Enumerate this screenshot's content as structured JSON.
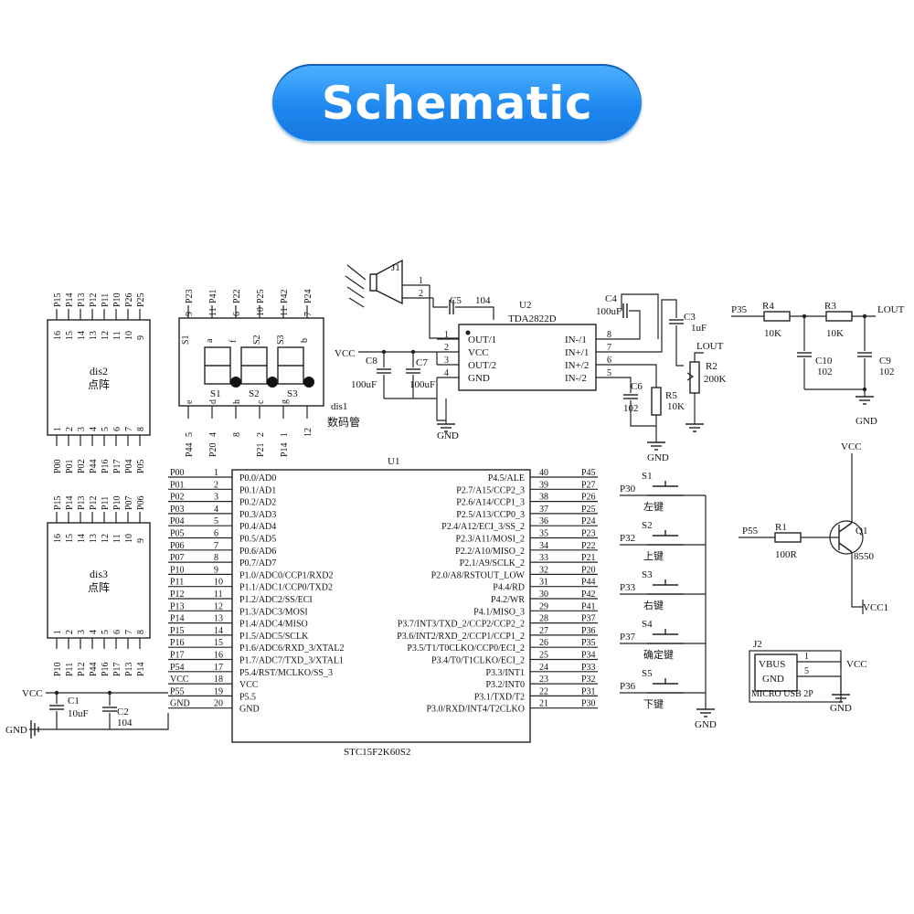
{
  "title": "Schematic",
  "pin_label_lists": {
    "dis2_top": [
      "P15",
      "P14",
      "P13",
      "P12",
      "P11",
      "P10",
      "P26",
      "P25"
    ],
    "dis2_bottom": [
      "P00",
      "P01",
      "P02",
      "P44",
      "P16",
      "P17",
      "P04",
      "P05"
    ],
    "dis3_top": [
      "P15",
      "P14",
      "P13",
      "P12",
      "P11",
      "P10",
      "P07",
      "P06"
    ],
    "dis3_bottom": [
      "P10",
      "P11",
      "P12",
      "P44",
      "P16",
      "P17",
      "P13",
      "P14"
    ],
    "dis1_top": [
      "P23",
      "P41",
      "P22",
      "P25",
      "P42",
      "P24"
    ],
    "dis1_bottom": [
      "P44",
      "P20",
      "P21",
      "P14"
    ]
  },
  "labels": {
    "dis2_name": "dis2",
    "dis2_type": "点阵",
    "dis3_name": "dis3",
    "dis3_type": "点阵",
    "dis1_name": "dis1",
    "dis1_type": "数码管",
    "j1": "J1",
    "c5": "C5",
    "c5_val": "104",
    "u2": "U2",
    "u2_part": "TDA2822D",
    "c4": "C4",
    "c4_val": "100uF",
    "c3": "C3",
    "c3_val": "1uF",
    "vcc": "VCC",
    "c8": "C8",
    "c7": "C7",
    "c8_val": "100uF",
    "c7_val": "100uF",
    "gnd": "GND",
    "lout": "LOUT",
    "r2": "R2",
    "r2_val": "200K",
    "r5": "R5",
    "r5_val": "10K",
    "c6": "C6",
    "c6_val": "102",
    "p35": "P35",
    "r4": "R4",
    "r4_val": "10K",
    "r3": "R3",
    "r3_val": "10K",
    "c10": "C10",
    "c10_val": "102",
    "c9": "C9",
    "c9_val": "102",
    "u1": "U1",
    "u1_part": "STC15F2K60S2",
    "c1": "C1",
    "c1_val": "10uF",
    "c2": "C2",
    "c2_val": "104",
    "p55": "P55",
    "r1": "R1",
    "r1_val": "100R",
    "q1": "Q1",
    "q1_part": "8550",
    "vcc1": "VCC1",
    "j2": "J2",
    "vbus": "VBUS",
    "j2_gnd": "GND",
    "j2_part": "MICRO USB 2P"
  },
  "u2_pins_left": [
    {
      "num": "1",
      "name": "OUT/1"
    },
    {
      "num": "2",
      "name": "VCC"
    },
    {
      "num": "3",
      "name": "OUT/2"
    },
    {
      "num": "4",
      "name": "GND"
    }
  ],
  "u2_pins_right": [
    {
      "num": "8",
      "name": "IN-/1"
    },
    {
      "num": "7",
      "name": "IN+/1"
    },
    {
      "num": "6",
      "name": "IN+/2"
    },
    {
      "num": "5",
      "name": "IN-/2"
    }
  ],
  "u1_left_pins": [
    {
      "net": "P00",
      "num": "1",
      "name": "P0.0/AD0"
    },
    {
      "net": "P01",
      "num": "2",
      "name": "P0.1/AD1"
    },
    {
      "net": "P02",
      "num": "3",
      "name": "P0.2/AD2"
    },
    {
      "net": "P03",
      "num": "4",
      "name": "P0.3/AD3"
    },
    {
      "net": "P04",
      "num": "5",
      "name": "P0.4/AD4"
    },
    {
      "net": "P05",
      "num": "6",
      "name": "P0.5/AD5"
    },
    {
      "net": "P06",
      "num": "7",
      "name": "P0.6/AD6"
    },
    {
      "net": "P07",
      "num": "8",
      "name": "P0.7/AD7"
    },
    {
      "net": "P10",
      "num": "9",
      "name": "P1.0/ADC0/CCP1/RXD2"
    },
    {
      "net": "P11",
      "num": "10",
      "name": "P1.1/ADC1/CCP0/TXD2"
    },
    {
      "net": "P12",
      "num": "11",
      "name": "P1.2/ADC2/SS/ECI"
    },
    {
      "net": "P13",
      "num": "12",
      "name": "P1.3/ADC3/MOSI"
    },
    {
      "net": "P14",
      "num": "13",
      "name": "P1.4/ADC4/MISO"
    },
    {
      "net": "P15",
      "num": "14",
      "name": "P1.5/ADC5/SCLK"
    },
    {
      "net": "P16",
      "num": "15",
      "name": "P1.6/ADC6/RXD_3/XTAL2"
    },
    {
      "net": "P17",
      "num": "16",
      "name": "P1.7/ADC7/TXD_3/XTAL1"
    },
    {
      "net": "P54",
      "num": "17",
      "name": "P5.4/RST/MCLKO/SS_3"
    },
    {
      "net": "VCC",
      "num": "18",
      "name": "VCC"
    },
    {
      "net": "P55",
      "num": "19",
      "name": "P5.5"
    },
    {
      "net": "GND",
      "num": "20",
      "name": "GND"
    }
  ],
  "u1_right_pins": [
    {
      "net": "P45",
      "num": "40",
      "name": "P4.5/ALE"
    },
    {
      "net": "P27",
      "num": "39",
      "name": "P2.7/A15/CCP2_3"
    },
    {
      "net": "P26",
      "num": "38",
      "name": "P2.6/A14/CCP1_3"
    },
    {
      "net": "P25",
      "num": "37",
      "name": "P2.5/A13/CCP0_3"
    },
    {
      "net": "P24",
      "num": "36",
      "name": "P2.4/A12/ECI_3/SS_2"
    },
    {
      "net": "P23",
      "num": "35",
      "name": "P2.3/A11/MOSI_2"
    },
    {
      "net": "P22",
      "num": "34",
      "name": "P2.2/A10/MISO_2"
    },
    {
      "net": "P21",
      "num": "33",
      "name": "P2.1/A9/SCLK_2"
    },
    {
      "net": "P20",
      "num": "32",
      "name": "P2.0/A8/RSTOUT_LOW"
    },
    {
      "net": "P44",
      "num": "31",
      "name": "P4.4/RD"
    },
    {
      "net": "P42",
      "num": "30",
      "name": "P4.2/WR"
    },
    {
      "net": "P41",
      "num": "29",
      "name": "P4.1/MISO_3"
    },
    {
      "net": "P37",
      "num": "28",
      "name": "P3.7/INT3/TXD_2/CCP2/CCP2_2"
    },
    {
      "net": "P36",
      "num": "27",
      "name": "P3.6/INT2/RXD_2/CCP1/CCP1_2"
    },
    {
      "net": "P35",
      "num": "26",
      "name": "P3.5/T1/T0CLKO/CCP0/ECI_2"
    },
    {
      "net": "P34",
      "num": "25",
      "name": "P3.4/T0/T1CLKO/ECI_2"
    },
    {
      "net": "P33",
      "num": "24",
      "name": "P3.3/INT1"
    },
    {
      "net": "P32",
      "num": "23",
      "name": "P3.2/INT0"
    },
    {
      "net": "P31",
      "num": "22",
      "name": "P3.1/TXD/T2"
    },
    {
      "net": "P30",
      "num": "21",
      "name": "P3.0/RXD/INT4/T2CLKO"
    }
  ],
  "switches": [
    {
      "net": "P30",
      "ref": "S1",
      "label": "左键"
    },
    {
      "net": "P32",
      "ref": "S2",
      "label": "上键"
    },
    {
      "net": "P33",
      "ref": "S3",
      "label": "右键"
    },
    {
      "net": "P37",
      "ref": "S4",
      "label": "确定键"
    },
    {
      "net": "P36",
      "ref": "S5",
      "label": "下键"
    }
  ]
}
